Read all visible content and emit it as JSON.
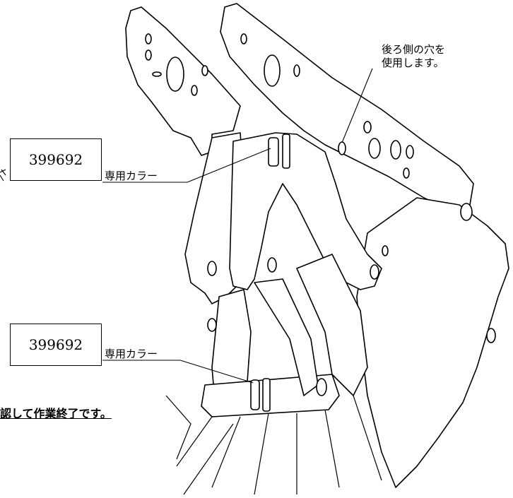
{
  "callouts": [
    {
      "part_number": "399692",
      "label": "専用カラー"
    },
    {
      "part_number": "399692",
      "label": "専用カラー"
    }
  ],
  "note": {
    "line1": "後ろ側の穴を",
    "line2": "使用します。"
  },
  "instruction": "認して作業終了です。"
}
